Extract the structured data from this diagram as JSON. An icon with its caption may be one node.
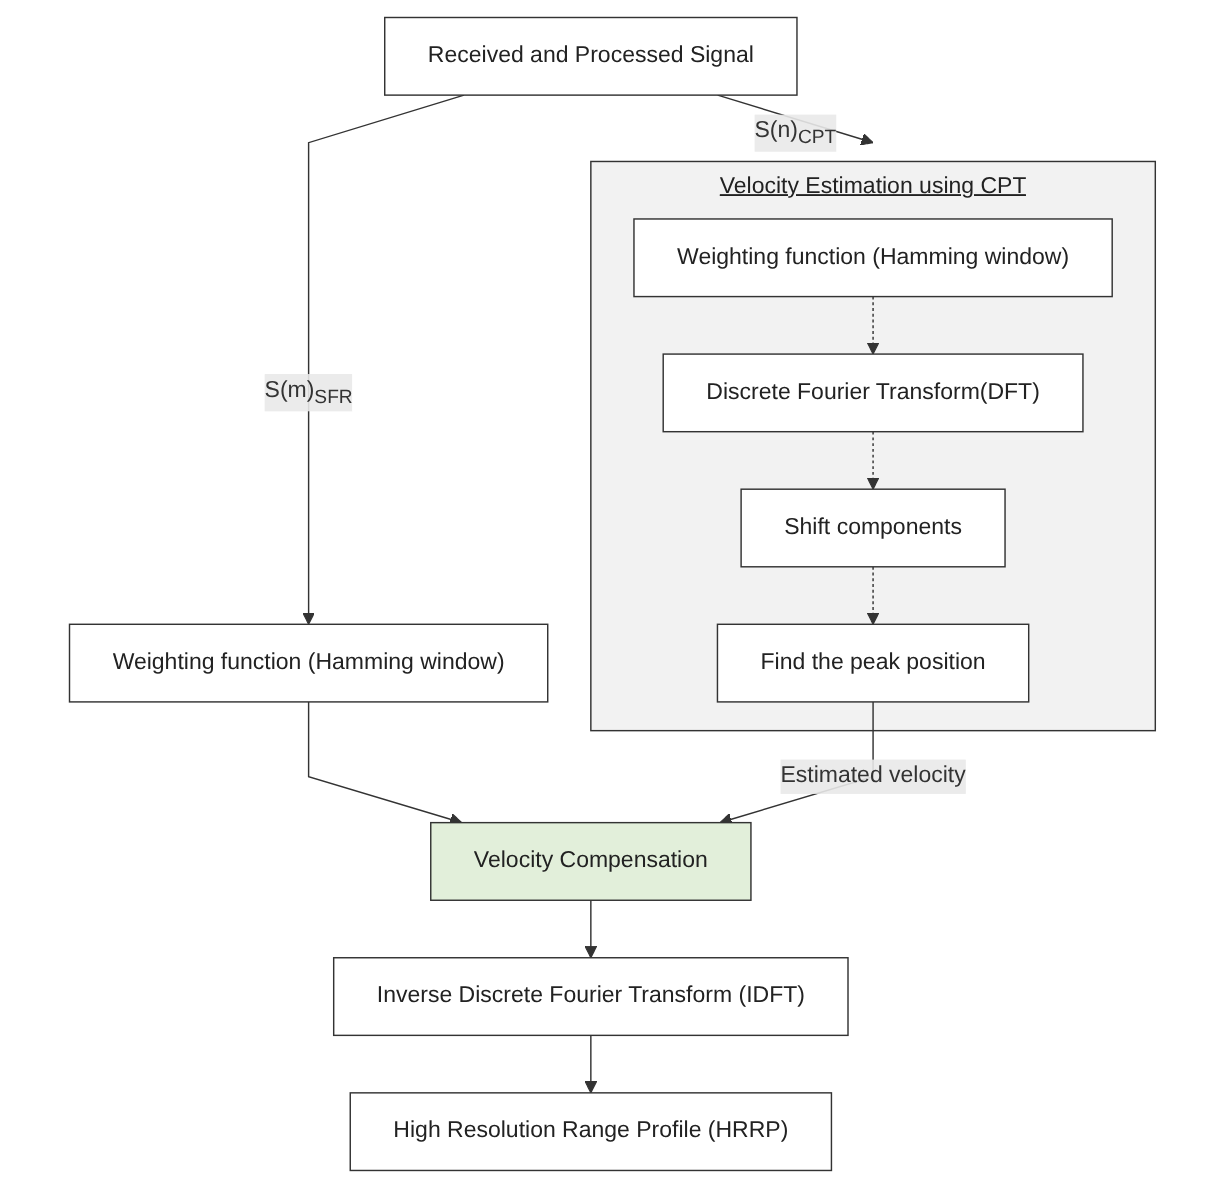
{
  "diagram": {
    "nodes": [
      {
        "text": [
          "Received and Processed Signal"
        ]
      },
      {
        "text": [
          "Weighting function (Hamming window)"
        ]
      },
      {
        "text": [
          "Velocity Compensation"
        ]
      },
      {
        "text": [
          "Inverse Discrete Fourier Transform (IDFT)"
        ]
      },
      {
        "text": [
          "High Resolution Range Profile (HRRP)"
        ]
      },
      {
        "text": [
          "Velocity Estimation using CPT"
        ]
      },
      {
        "text": [
          "Weighting function (Hamming window)"
        ],
        "in": 5
      },
      {
        "text": [
          "Discrete Fourier Transform(DFT)"
        ],
        "in": 5
      },
      {
        "text": [
          "Shift components"
        ],
        "in": 5
      },
      {
        "text": [
          "Find the peak position"
        ],
        "in": 5
      }
    ],
    "edges": [
      {
        "from": 0,
        "to": 1,
        "arrow": "to",
        "label": "S(m)$_{SFR}$"
      },
      {
        "from": 0,
        "to": 5,
        "arrow": "to",
        "label": "S(n)$_{CPT}$"
      },
      {
        "from": 1,
        "to": 2,
        "arrow": "to"
      },
      {
        "from": 2,
        "to": 3,
        "arrow": "to"
      },
      {
        "from": 3,
        "to": 4,
        "arrow": "to"
      },
      {
        "from": 6,
        "to": 7,
        "arrow": "to",
        "style": "dashed"
      },
      {
        "from": 7,
        "to": 8,
        "arrow": "to",
        "style": "dashed"
      },
      {
        "from": 8,
        "to": 9,
        "arrow": "to",
        "style": "dashed"
      },
      {
        "from": 9,
        "to": 2,
        "arrow": "to",
        "label": "Estimated velocity"
      }
    ]
  }
}
